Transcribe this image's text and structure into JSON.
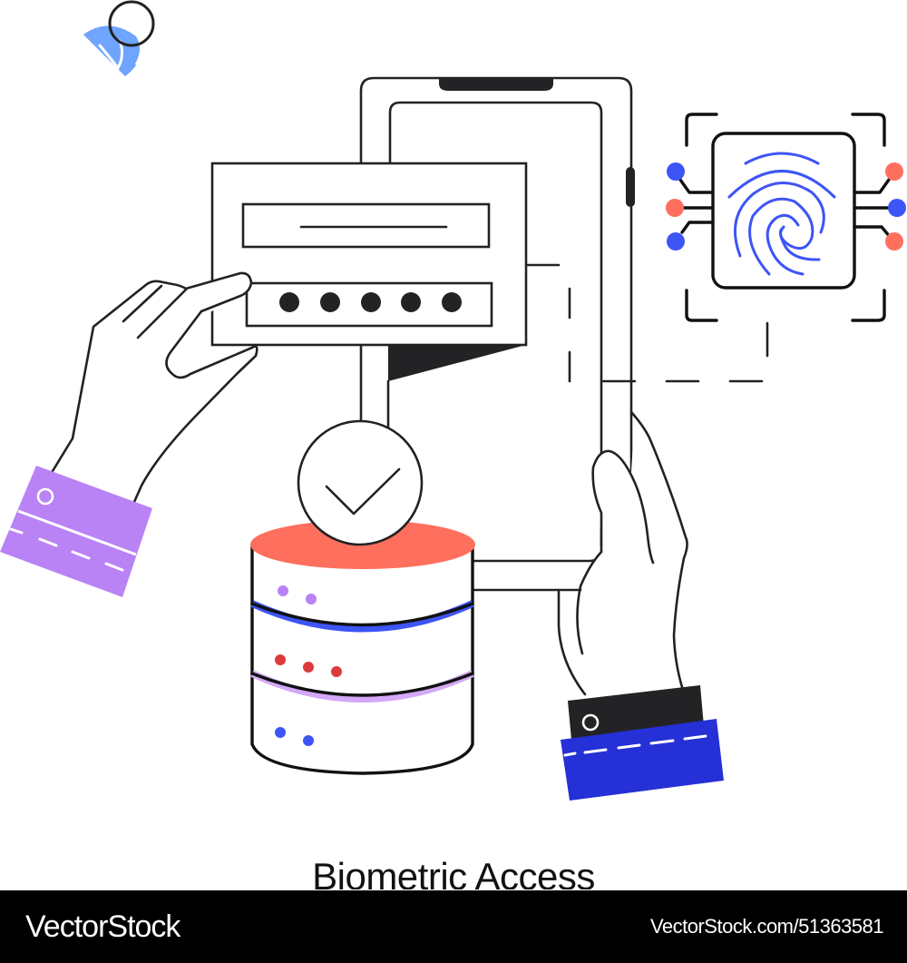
{
  "illustration": {
    "title": "Biometric Access",
    "elements": {
      "login_card": {
        "username_field": "line",
        "password_dots": 5
      },
      "fingerprint_chip": {
        "left_pins": [
          "blue",
          "red",
          "blue"
        ],
        "right_pins": [
          "red",
          "blue",
          "red"
        ]
      },
      "database": {
        "tiers": 3,
        "tier_dots": [
          2,
          3,
          2
        ]
      },
      "verified_badge": "check-icon"
    }
  },
  "colors": {
    "outline": "#222222",
    "coral": "#FF6F5E",
    "blue": "#3D55F5",
    "lavender": "#D4A8F8",
    "purple_cuff": "#B983F5",
    "navy_cuff": "#2530D6",
    "dark_cuff": "#232326",
    "sky": "#6FA4FF",
    "dot_purple": "#B983F5",
    "dot_red": "#DD3B3B",
    "dot_blue": "#3D55F5"
  },
  "footer": {
    "brand": "VectorStock",
    "url": "VectorStock.com/51363581"
  }
}
